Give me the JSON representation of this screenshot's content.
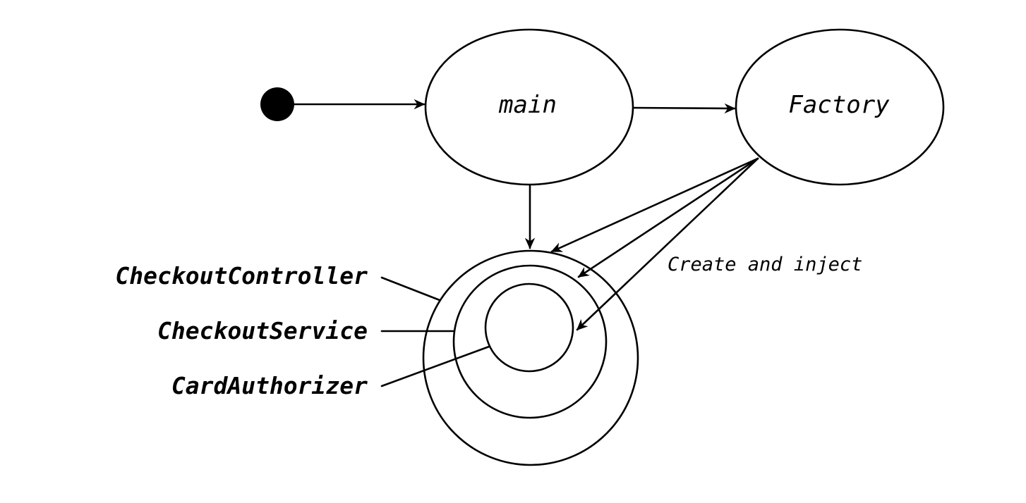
{
  "nodes": {
    "main": "main",
    "factory": "Factory"
  },
  "layers": {
    "outer": "CheckoutController",
    "middle": "CheckoutService",
    "inner": "CardAuthorizer"
  },
  "edge_label": "Create and inject"
}
